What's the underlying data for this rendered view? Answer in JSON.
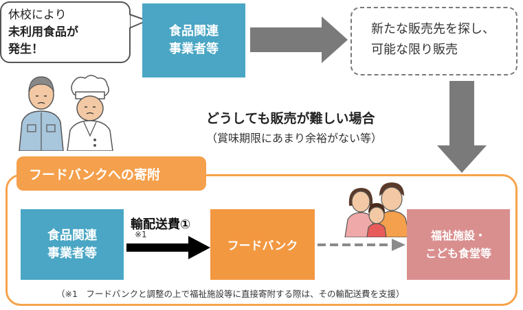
{
  "bubble": {
    "line1": "休校により",
    "line2": "未利用食品が",
    "line3": "発生！"
  },
  "top_supplier": {
    "label": "食品関連\n事業者等"
  },
  "sales_box": {
    "text": "新たな販売先を探し、\n可能な限り販売"
  },
  "difficult": {
    "title": "どうしても販売が難しい場合",
    "subtitle": "（賞味期限にあまり余裕がない等）"
  },
  "foodbank_section": {
    "tag": "フードバンクへの寄附",
    "supplier": "食品関連\n事業者等",
    "shipping_label": "輸配送費①",
    "shipping_note": "※1",
    "foodbank": "フードバンク",
    "welfare": "福祉施設・\nこども食堂等",
    "footnote": "（※1　フードバンクと調整の上で福祉施設等に直接寄附する際は、その輸配送費を支援）"
  },
  "colors": {
    "blue": "#4aa6c4",
    "orange": "#f29840",
    "pink": "#da8f8f",
    "gray_arrow": "#7a7a7a"
  },
  "icons": [
    "worker-icon",
    "chef-icon",
    "family-icon"
  ]
}
